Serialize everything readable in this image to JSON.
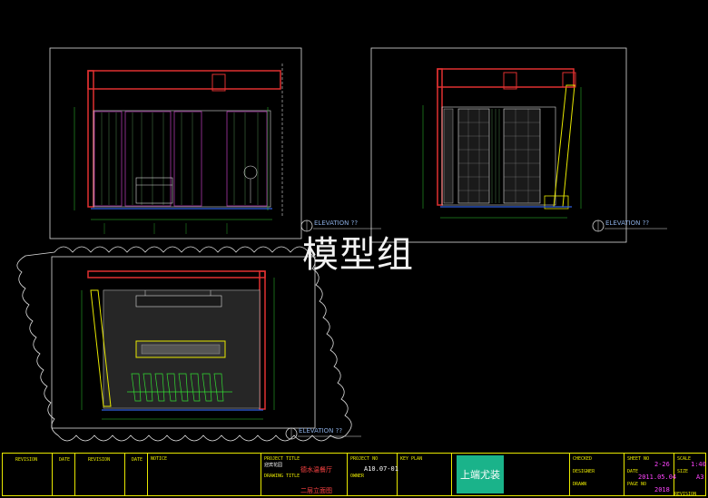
{
  "watermark": "模型组",
  "elevations": [
    {
      "label": "ELEVATION",
      "code": "??"
    },
    {
      "label": "ELEVATION",
      "code": "??"
    },
    {
      "label": "ELEVATION",
      "code": "??"
    }
  ],
  "title_block": {
    "revision_headers": [
      "REVISION",
      "DATE",
      "REVISION",
      "DATE"
    ],
    "notes_title": "NOTICE",
    "project_title_label": "PROJECT TITLE",
    "project_title_value": "迎宾花园",
    "project_title_cn": "德水温餐厅",
    "drawing_title_label": "DRAWING TITLE",
    "drawing_title_value": "二层立面图",
    "project_no_label": "PROJECT NO",
    "owner_label": "OWNER",
    "drawing_no": "A10.07-01",
    "key_plan_label": "KEY PLAN",
    "logo_text": "上端尤装",
    "checked_label": "CHECKED",
    "designer_label": "DESIGNER",
    "drawn_label": "DRAWN",
    "sheet_no_label": "SHEET NO",
    "sheet_no_value": "2-26",
    "scale_label": "SCALE",
    "scale_value": "1:40",
    "date_label": "DATE",
    "date_value": "2011.05.04",
    "size_label": "SIZE",
    "size_value": "A3",
    "page_no_label": "PAGE NO",
    "page_no_value": "2018",
    "revision_label": "REVISION"
  }
}
